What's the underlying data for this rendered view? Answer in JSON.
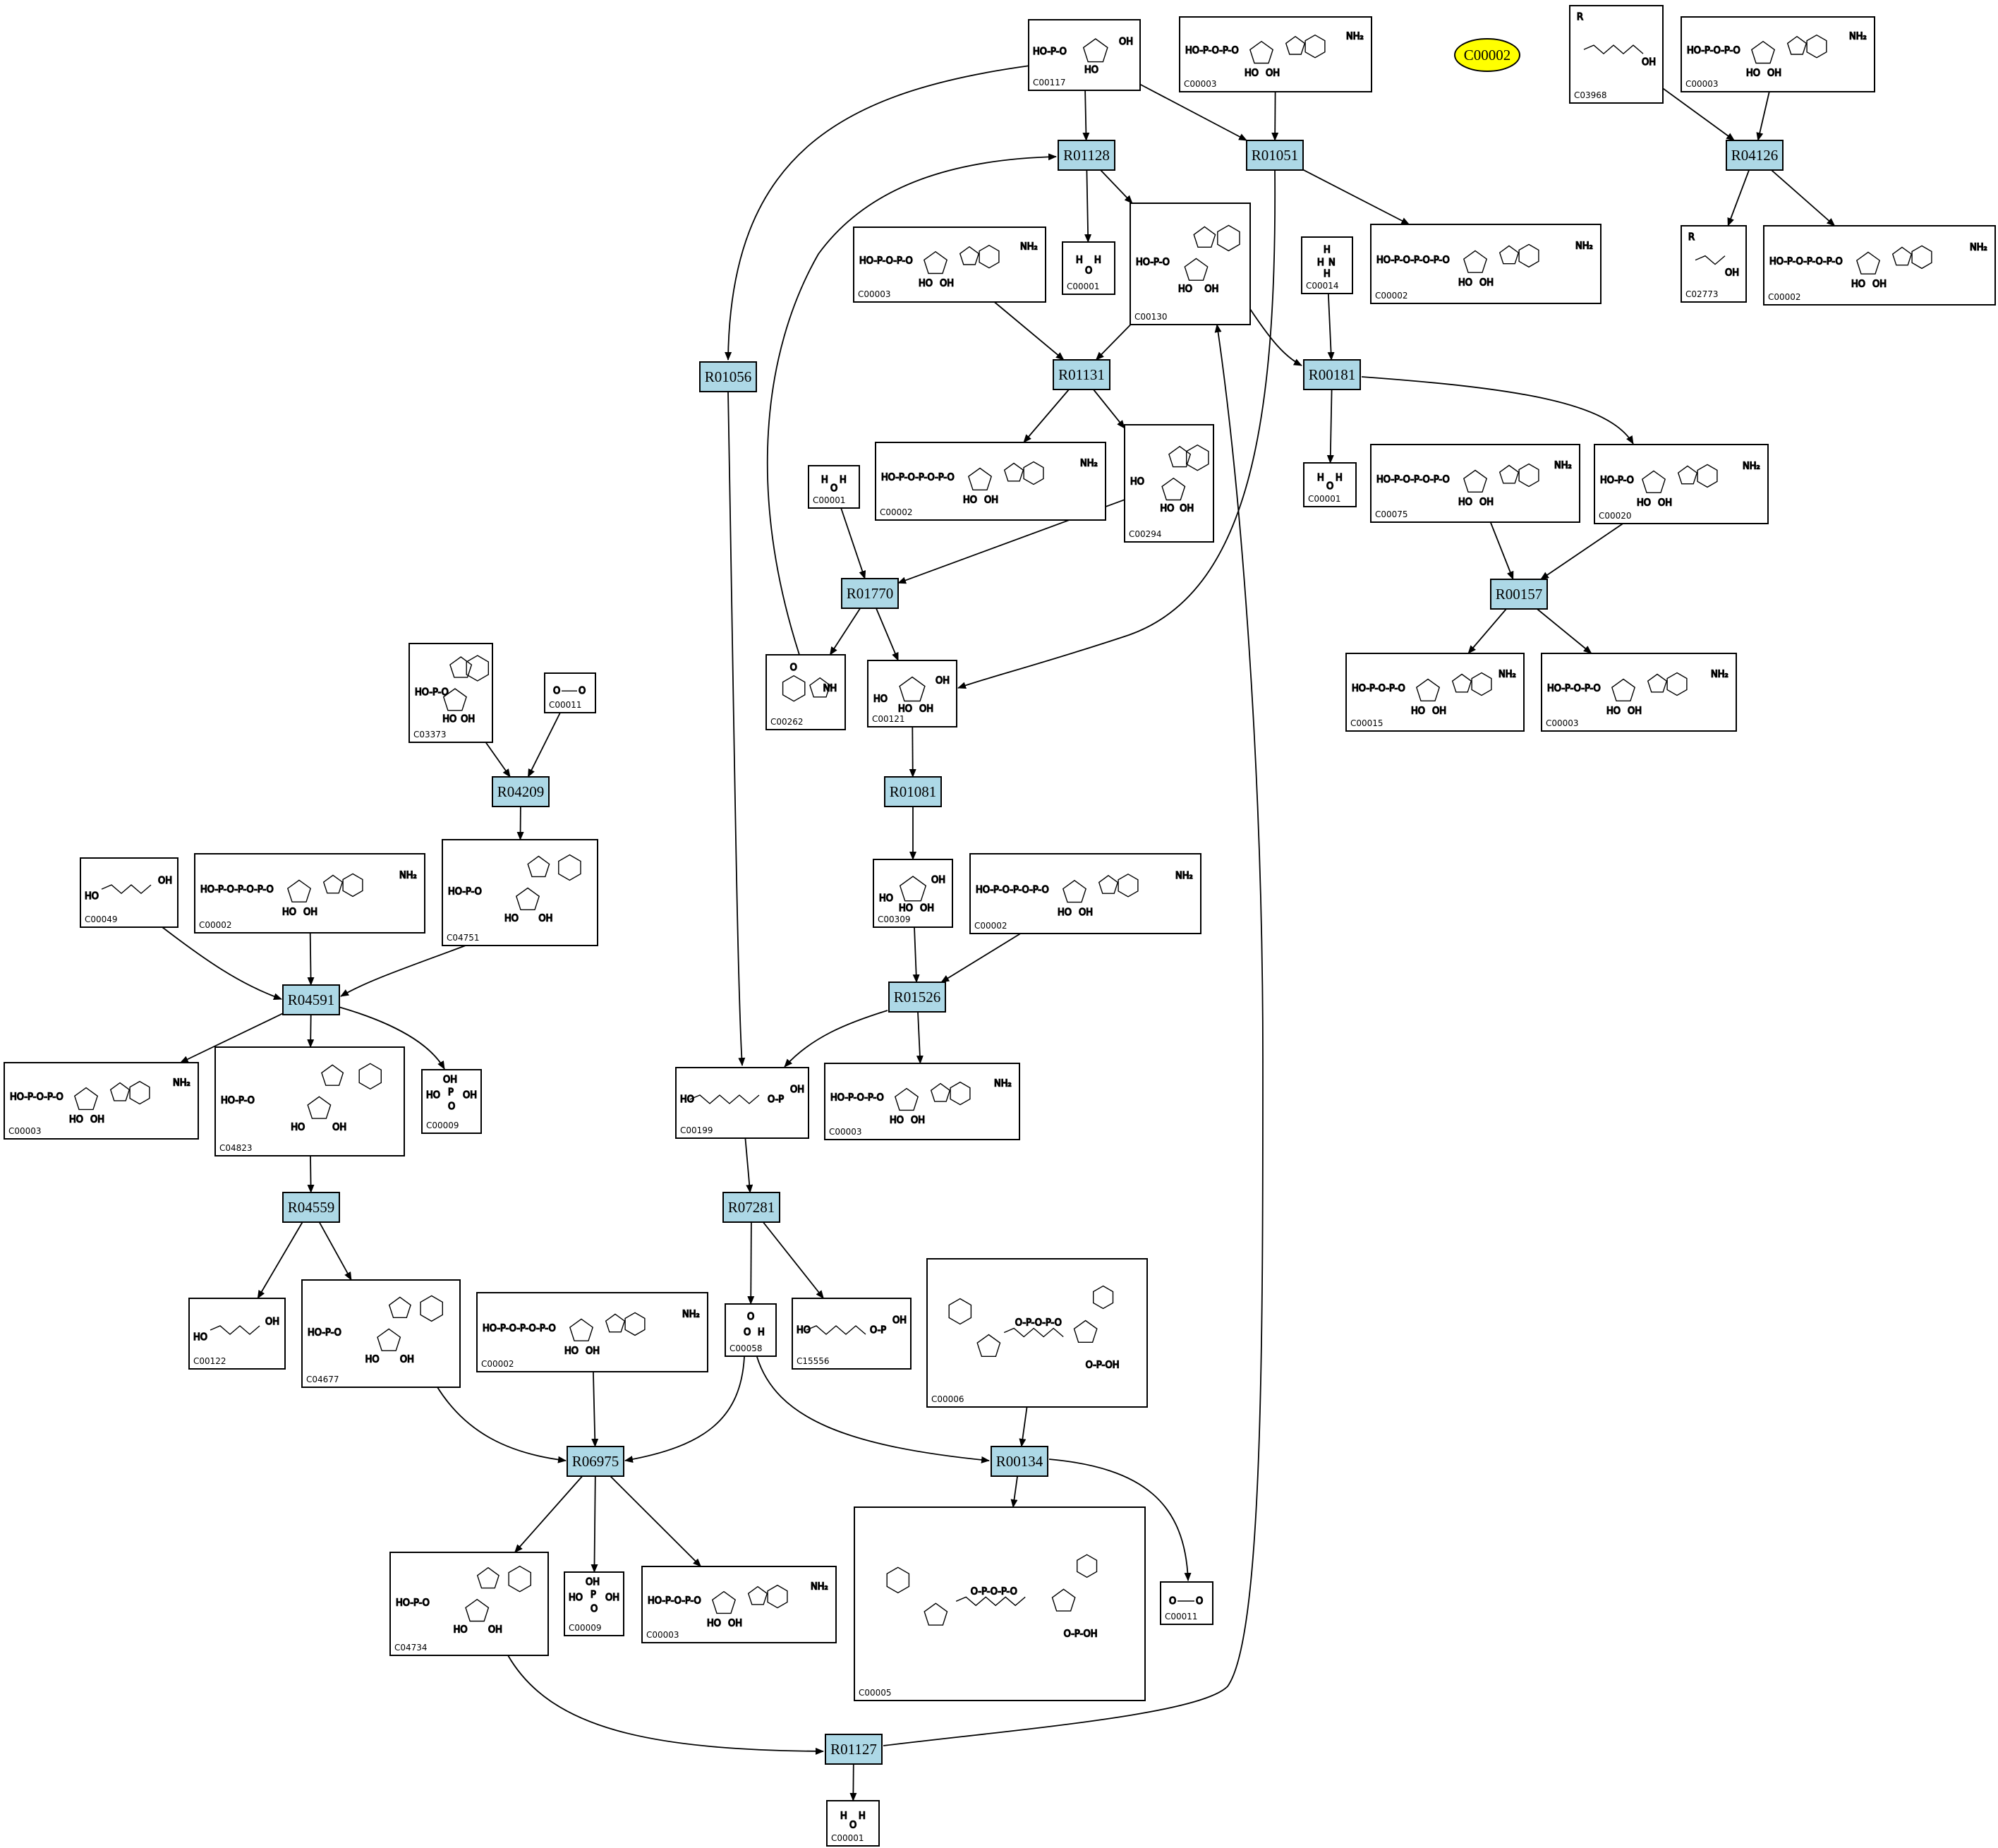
{
  "compounds": [
    {
      "id": "c00117",
      "label": "C00117",
      "mol": "phosphate-sugar"
    },
    {
      "id": "c00003a",
      "label": "C00003",
      "mol": "nucleotide-2p"
    },
    {
      "id": "c03968",
      "label": "C03968",
      "mol": "glycerol-p"
    },
    {
      "id": "c00003b",
      "label": "C00003",
      "mol": "nucleotide-2p"
    },
    {
      "id": "c00001a",
      "label": "C00001",
      "mol": "water"
    },
    {
      "id": "c00130",
      "label": "C00130",
      "mol": "nucleoside-mp"
    },
    {
      "id": "c00003c",
      "label": "C00003",
      "mol": "nucleotide-2p"
    },
    {
      "id": "c00014",
      "label": "C00014",
      "mol": "ammonia"
    },
    {
      "id": "c00002a",
      "label": "C00002",
      "mol": "nucleotide-3p"
    },
    {
      "id": "c02773",
      "label": "C02773",
      "mol": "glycerol"
    },
    {
      "id": "c00002b",
      "label": "C00002",
      "mol": "nucleotide-3p"
    },
    {
      "id": "c00002c",
      "label": "C00002",
      "mol": "nucleotide-3p"
    },
    {
      "id": "c00294",
      "label": "C00294",
      "mol": "nucleoside"
    },
    {
      "id": "c00001b",
      "label": "C00001",
      "mol": "water"
    },
    {
      "id": "c00001c",
      "label": "C00001",
      "mol": "water"
    },
    {
      "id": "c00075",
      "label": "C00075",
      "mol": "nucleotide-3p"
    },
    {
      "id": "c00020",
      "label": "C00020",
      "mol": "nucleotide-1p"
    },
    {
      "id": "c00262",
      "label": "C00262",
      "mol": "purine"
    },
    {
      "id": "c00121",
      "label": "C00121",
      "mol": "ribose"
    },
    {
      "id": "c00015",
      "label": "C00015",
      "mol": "nucleotide-2p"
    },
    {
      "id": "c00003d",
      "label": "C00003",
      "mol": "nucleotide-2p"
    },
    {
      "id": "c03373",
      "label": "C03373",
      "mol": "nucleoside-mp"
    },
    {
      "id": "c00011a",
      "label": "C00011",
      "mol": "co2"
    },
    {
      "id": "c04751",
      "label": "C04751",
      "mol": "nucleoside-mp"
    },
    {
      "id": "c00049",
      "label": "C00049",
      "mol": "acid"
    },
    {
      "id": "c00002d",
      "label": "C00002",
      "mol": "nucleotide-3p"
    },
    {
      "id": "c00309",
      "label": "C00309",
      "mol": "ribose"
    },
    {
      "id": "c00002e",
      "label": "C00002",
      "mol": "nucleotide-3p"
    },
    {
      "id": "c00003e",
      "label": "C00003",
      "mol": "nucleotide-2p"
    },
    {
      "id": "c04823",
      "label": "C04823",
      "mol": "nucleoside-mp"
    },
    {
      "id": "c00009a",
      "label": "C00009",
      "mol": "phosphate"
    },
    {
      "id": "c00199",
      "label": "C00199",
      "mol": "sugar-chain"
    },
    {
      "id": "c00003f",
      "label": "C00003",
      "mol": "nucleotide-2p"
    },
    {
      "id": "c00122",
      "label": "C00122",
      "mol": "acid"
    },
    {
      "id": "c04677",
      "label": "C04677",
      "mol": "nucleoside-mp"
    },
    {
      "id": "c00002f",
      "label": "C00002",
      "mol": "nucleotide-3p"
    },
    {
      "id": "c00058",
      "label": "C00058",
      "mol": "formate"
    },
    {
      "id": "c15556",
      "label": "C15556",
      "mol": "sugar-chain"
    },
    {
      "id": "c00006",
      "label": "C00006",
      "mol": "dinucleotide"
    },
    {
      "id": "c04734",
      "label": "C04734",
      "mol": "nucleoside-mp"
    },
    {
      "id": "c00009b",
      "label": "C00009",
      "mol": "phosphate"
    },
    {
      "id": "c00003g",
      "label": "C00003",
      "mol": "nucleotide-2p"
    },
    {
      "id": "c00005",
      "label": "C00005",
      "mol": "dinucleotide"
    },
    {
      "id": "c00011b",
      "label": "C00011",
      "mol": "co2"
    },
    {
      "id": "c00001d",
      "label": "C00001",
      "mol": "water"
    }
  ],
  "reactions": [
    {
      "id": "R01128",
      "label": "R01128"
    },
    {
      "id": "R01051",
      "label": "R01051"
    },
    {
      "id": "R04126",
      "label": "R04126"
    },
    {
      "id": "R01131",
      "label": "R01131"
    },
    {
      "id": "R00181",
      "label": "R00181"
    },
    {
      "id": "R01056",
      "label": "R01056"
    },
    {
      "id": "R01770",
      "label": "R01770"
    },
    {
      "id": "R00157",
      "label": "R00157"
    },
    {
      "id": "R04209",
      "label": "R04209"
    },
    {
      "id": "R01081",
      "label": "R01081"
    },
    {
      "id": "R04591",
      "label": "R04591"
    },
    {
      "id": "R01526",
      "label": "R01526"
    },
    {
      "id": "R04559",
      "label": "R04559"
    },
    {
      "id": "R07281",
      "label": "R07281"
    },
    {
      "id": "R06975",
      "label": "R06975"
    },
    {
      "id": "R00134",
      "label": "R00134"
    },
    {
      "id": "R01127",
      "label": "R01127"
    }
  ],
  "highlight": {
    "label": "C00002",
    "color": "#ffff00"
  },
  "colors": {
    "reaction_fill": "#add8e6",
    "compound_fill": "#ffffff",
    "stroke": "#000000"
  },
  "edges": [
    [
      "c00117",
      "R01128"
    ],
    [
      "c00117",
      "R01051"
    ],
    [
      "c00117",
      "R01056"
    ],
    [
      "c00003a",
      "R01051"
    ],
    [
      "c03968",
      "R04126"
    ],
    [
      "c00003b",
      "R04126"
    ],
    [
      "R01128",
      "c00001a"
    ],
    [
      "R01128",
      "c00130"
    ],
    [
      "R01051",
      "c00002a"
    ],
    [
      "R01051",
      "c00121"
    ],
    [
      "R04126",
      "c02773"
    ],
    [
      "R04126",
      "c00002b"
    ],
    [
      "c00003c",
      "R01131"
    ],
    [
      "c00130",
      "R01131"
    ],
    [
      "c00130",
      "R00181"
    ],
    [
      "c00014",
      "R00181"
    ],
    [
      "R01131",
      "c00002c"
    ],
    [
      "R01131",
      "c00294"
    ],
    [
      "R00181",
      "c00001c"
    ],
    [
      "R00181",
      "c00020"
    ],
    [
      "c00001b",
      "R01770"
    ],
    [
      "c00294",
      "R01770"
    ],
    [
      "R01770",
      "c00262"
    ],
    [
      "R01770",
      "c00121"
    ],
    [
      "c00262",
      "R01128"
    ],
    [
      "c00075",
      "R00157"
    ],
    [
      "c00020",
      "R00157"
    ],
    [
      "R00157",
      "c00015"
    ],
    [
      "R00157",
      "c00003d"
    ],
    [
      "c00121",
      "R01081"
    ],
    [
      "R01081",
      "c00309"
    ],
    [
      "c00309",
      "R01526"
    ],
    [
      "c00002e",
      "R01526"
    ],
    [
      "R01526",
      "c00199"
    ],
    [
      "R01526",
      "c00003f"
    ],
    [
      "R01056",
      "c00199"
    ],
    [
      "c03373",
      "R04209"
    ],
    [
      "c00011a",
      "R04209"
    ],
    [
      "R04209",
      "c04751"
    ],
    [
      "c00049",
      "R04591"
    ],
    [
      "c00002d",
      "R04591"
    ],
    [
      "c04751",
      "R04591"
    ],
    [
      "R04591",
      "c00003e"
    ],
    [
      "R04591",
      "c04823"
    ],
    [
      "R04591",
      "c00009a"
    ],
    [
      "c04823",
      "R04559"
    ],
    [
      "R04559",
      "c00122"
    ],
    [
      "R04559",
      "c04677"
    ],
    [
      "c00199",
      "R07281"
    ],
    [
      "R07281",
      "c00058"
    ],
    [
      "R07281",
      "c15556"
    ],
    [
      "c04677",
      "R06975"
    ],
    [
      "c00002f",
      "R06975"
    ],
    [
      "c00058",
      "R06975"
    ],
    [
      "c00058",
      "R00134"
    ],
    [
      "c00006",
      "R00134"
    ],
    [
      "R06975",
      "c04734"
    ],
    [
      "R06975",
      "c00009b"
    ],
    [
      "R06975",
      "c00003g"
    ],
    [
      "R00134",
      "c00005"
    ],
    [
      "R00134",
      "c00011b"
    ],
    [
      "c04734",
      "R01127"
    ],
    [
      "R01127",
      "c00001d"
    ],
    [
      "R01127",
      "c00130"
    ]
  ]
}
